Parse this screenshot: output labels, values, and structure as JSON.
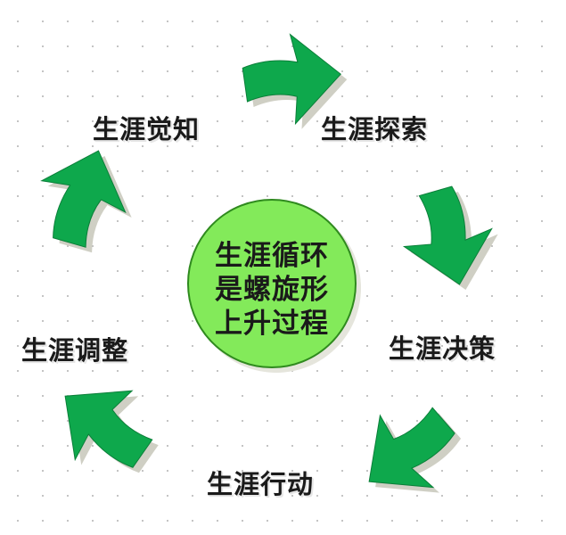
{
  "diagram": {
    "center_lines": [
      "生涯循环",
      "是螺旋形",
      "上升过程"
    ],
    "stages": [
      {
        "id": "awareness",
        "label": "生涯觉知"
      },
      {
        "id": "exploration",
        "label": "生涯探索"
      },
      {
        "id": "decision",
        "label": "生涯决策"
      },
      {
        "id": "action",
        "label": "生涯行动"
      },
      {
        "id": "adjustment",
        "label": "生涯调整"
      }
    ],
    "flow": "clockwise",
    "colors": {
      "arrow_fill": "#0ea84c",
      "arrow_shadow": "#cfcfc4",
      "circle_fill": "#83ea5a",
      "circle_stroke": "#2f8a1e",
      "text": "#1a1a1a",
      "background": "#ffffff"
    }
  }
}
